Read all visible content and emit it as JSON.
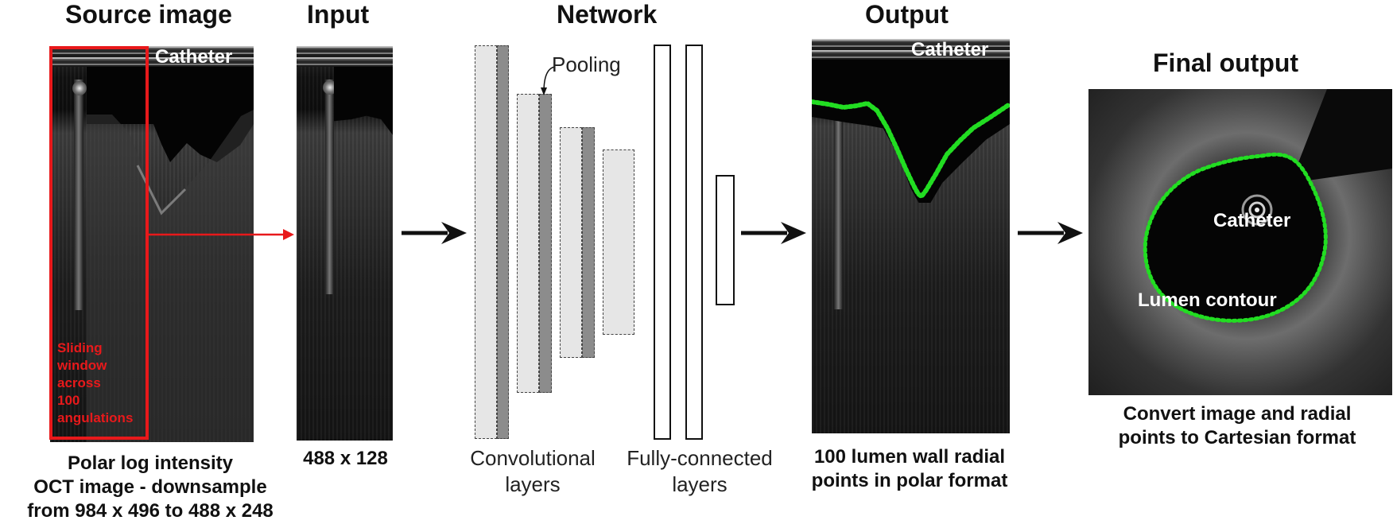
{
  "titles": {
    "source": "Source image",
    "input": "Input",
    "network": "Network",
    "output": "Output",
    "final": "Final output"
  },
  "source_panel": {
    "catheter_label": "Catheter",
    "window_text": [
      "Sliding",
      "window",
      "across",
      "100",
      "angulations"
    ],
    "caption": [
      "Polar log intensity",
      "OCT image - downsample",
      "from 984 x 496 to 488 x 248"
    ]
  },
  "input_panel": {
    "caption": "488 x 128"
  },
  "network": {
    "pooling_label": "Pooling",
    "conv_caption": [
      "Convolutional",
      "layers"
    ],
    "fc_caption": [
      "Fully-connected",
      "layers"
    ]
  },
  "output_panel": {
    "catheter_label": "Catheter",
    "caption": [
      "100 lumen wall radial",
      "points in polar format"
    ]
  },
  "final_panel": {
    "catheter_label": "Catheter",
    "lumen_label": "Lumen contour",
    "caption": [
      "Convert image and radial",
      "points to Cartesian format"
    ]
  },
  "colors": {
    "window_box": "#e8191b",
    "contour": "#22dd22",
    "arrow": "#111111"
  }
}
